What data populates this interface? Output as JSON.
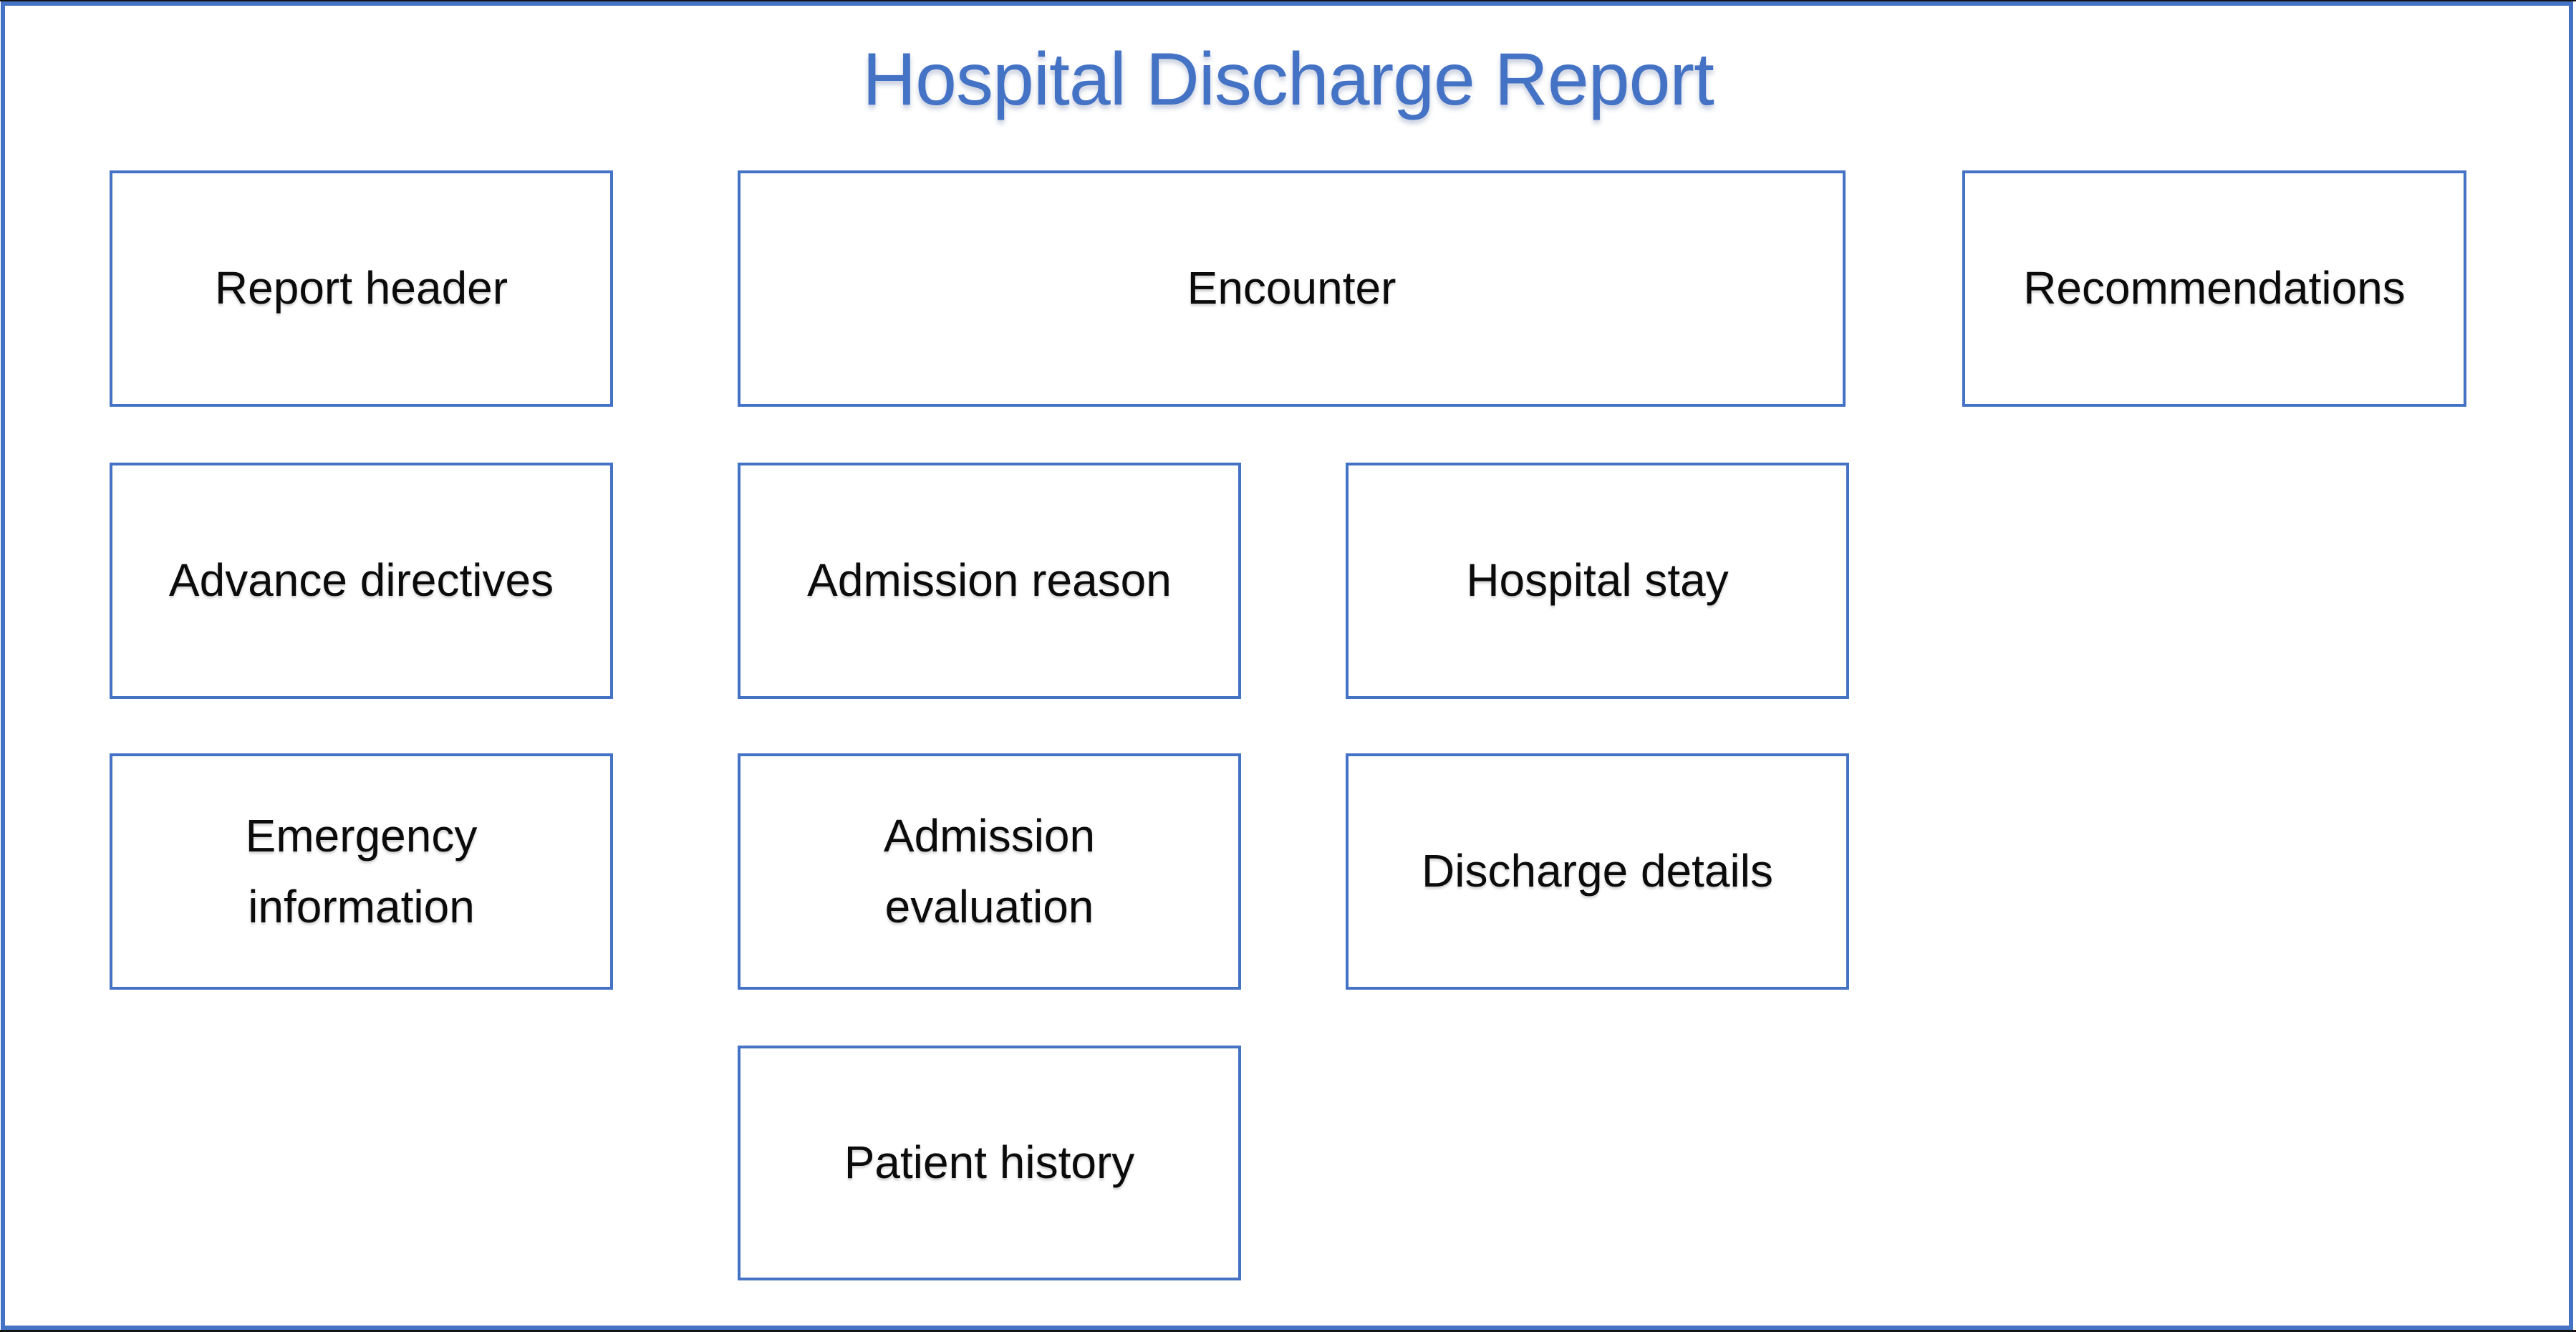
{
  "title": "Hospital Discharge Report",
  "colors": {
    "accent_blue": "#4472C4",
    "text_black": "#0b0b0b",
    "background": "#ffffff",
    "edge_line": "#141414"
  },
  "boxes": [
    {
      "id": "report-header",
      "label": "Report header"
    },
    {
      "id": "encounter",
      "label": "Encounter"
    },
    {
      "id": "recommendations",
      "label": "Recommendations"
    },
    {
      "id": "advance-directives",
      "label": "Advance directives"
    },
    {
      "id": "admission-reason",
      "label": "Admission reason"
    },
    {
      "id": "hospital-stay",
      "label": "Hospital stay"
    },
    {
      "id": "emergency-information",
      "label": "Emergency information"
    },
    {
      "id": "admission-evaluation",
      "label": "Admission evaluation"
    },
    {
      "id": "discharge-details",
      "label": "Discharge details"
    },
    {
      "id": "patient-history",
      "label": "Patient history"
    }
  ]
}
